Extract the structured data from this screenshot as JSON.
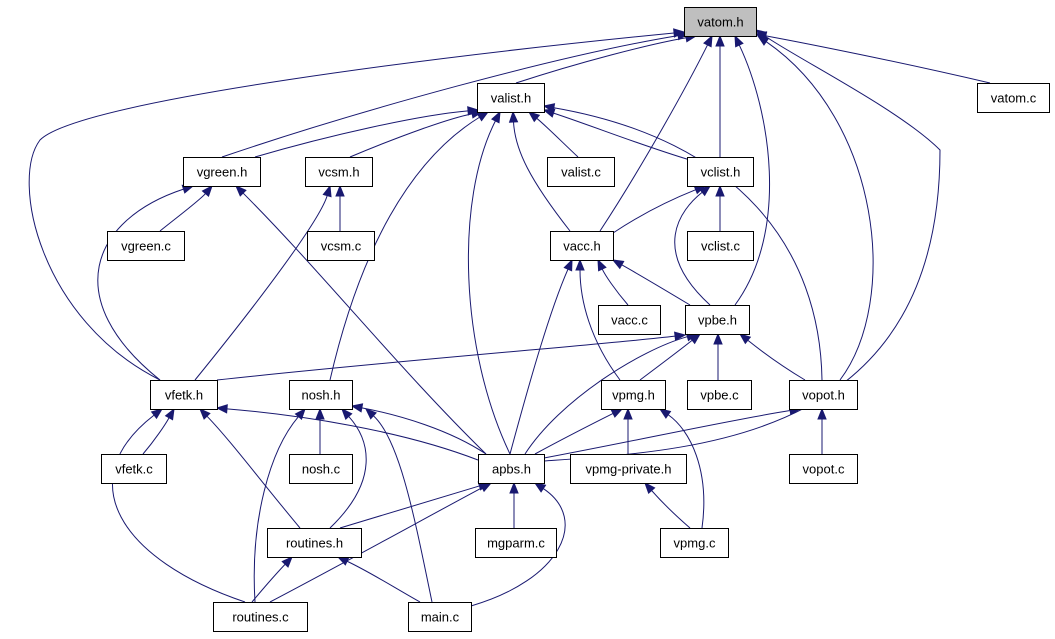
{
  "graph": {
    "title": "",
    "nodes": [
      {
        "id": "vatom_h",
        "label": "vatom.h",
        "highlight": true
      },
      {
        "id": "valist_h",
        "label": "valist.h"
      },
      {
        "id": "vatom_c",
        "label": "vatom.c"
      },
      {
        "id": "vgreen_h",
        "label": "vgreen.h"
      },
      {
        "id": "vcsm_h",
        "label": "vcsm.h"
      },
      {
        "id": "valist_c",
        "label": "valist.c"
      },
      {
        "id": "vclist_h",
        "label": "vclist.h"
      },
      {
        "id": "vgreen_c",
        "label": "vgreen.c"
      },
      {
        "id": "vcsm_c",
        "label": "vcsm.c"
      },
      {
        "id": "vacc_h",
        "label": "vacc.h"
      },
      {
        "id": "vclist_c",
        "label": "vclist.c"
      },
      {
        "id": "vacc_c",
        "label": "vacc.c"
      },
      {
        "id": "vpbe_h",
        "label": "vpbe.h"
      },
      {
        "id": "vfetk_h",
        "label": "vfetk.h"
      },
      {
        "id": "nosh_h",
        "label": "nosh.h"
      },
      {
        "id": "vpmg_h",
        "label": "vpmg.h"
      },
      {
        "id": "vpbe_c",
        "label": "vpbe.c"
      },
      {
        "id": "vopot_h",
        "label": "vopot.h"
      },
      {
        "id": "vfetk_c",
        "label": "vfetk.c"
      },
      {
        "id": "nosh_c",
        "label": "nosh.c"
      },
      {
        "id": "apbs_h",
        "label": "apbs.h"
      },
      {
        "id": "vpmg_private_h",
        "label": "vpmg-private.h"
      },
      {
        "id": "vopot_c",
        "label": "vopot.c"
      },
      {
        "id": "routines_h",
        "label": "routines.h"
      },
      {
        "id": "mgparm_c",
        "label": "mgparm.c"
      },
      {
        "id": "vpmg_c",
        "label": "vpmg.c"
      },
      {
        "id": "routines_c",
        "label": "routines.c"
      },
      {
        "id": "main_c",
        "label": "main.c"
      }
    ],
    "edges": [
      [
        "valist_h",
        "vatom_h"
      ],
      [
        "vatom_c",
        "vatom_h"
      ],
      [
        "vgreen_h",
        "vatom_h"
      ],
      [
        "vacc_h",
        "vatom_h"
      ],
      [
        "vclist_h",
        "vatom_h"
      ],
      [
        "vpbe_h",
        "vatom_h"
      ],
      [
        "vopot_h",
        "vatom_h"
      ],
      [
        "vfetk_h",
        "vatom_h"
      ],
      [
        "apbs_h",
        "vatom_h"
      ],
      [
        "vgreen_h",
        "valist_h"
      ],
      [
        "vcsm_h",
        "valist_h"
      ],
      [
        "valist_c",
        "valist_h"
      ],
      [
        "vclist_h",
        "valist_h"
      ],
      [
        "vacc_h",
        "valist_h"
      ],
      [
        "apbs_h",
        "valist_h"
      ],
      [
        "nosh_h",
        "valist_h"
      ],
      [
        "vopot_h",
        "valist_h"
      ],
      [
        "vgreen_c",
        "vgreen_h"
      ],
      [
        "vfetk_h",
        "vgreen_h"
      ],
      [
        "apbs_h",
        "vgreen_h"
      ],
      [
        "vcsm_c",
        "vcsm_h"
      ],
      [
        "vfetk_h",
        "vcsm_h"
      ],
      [
        "vacc_h",
        "vclist_h"
      ],
      [
        "vclist_c",
        "vclist_h"
      ],
      [
        "vpbe_h",
        "vclist_h"
      ],
      [
        "vacc_c",
        "vacc_h"
      ],
      [
        "vpbe_h",
        "vacc_h"
      ],
      [
        "vpmg_h",
        "vacc_h"
      ],
      [
        "apbs_h",
        "vacc_h"
      ],
      [
        "vfetk_h",
        "vpbe_h"
      ],
      [
        "vpmg_h",
        "vpbe_h"
      ],
      [
        "vpbe_c",
        "vpbe_h"
      ],
      [
        "vopot_h",
        "vpbe_h"
      ],
      [
        "apbs_h",
        "vpbe_h"
      ],
      [
        "vfetk_c",
        "vfetk_h"
      ],
      [
        "apbs_h",
        "vfetk_h"
      ],
      [
        "routines_h",
        "vfetk_h"
      ],
      [
        "routines_c",
        "vfetk_h"
      ],
      [
        "nosh_c",
        "nosh_h"
      ],
      [
        "apbs_h",
        "nosh_h"
      ],
      [
        "routines_h",
        "nosh_h"
      ],
      [
        "routines_c",
        "nosh_h"
      ],
      [
        "main_c",
        "nosh_h"
      ],
      [
        "apbs_h",
        "vpmg_h"
      ],
      [
        "vpmg_private_h",
        "vpmg_h"
      ],
      [
        "vpmg_c",
        "vpmg_h"
      ],
      [
        "apbs_h",
        "vopot_h"
      ],
      [
        "vopot_c",
        "vopot_h"
      ],
      [
        "routines_h",
        "apbs_h"
      ],
      [
        "mgparm_c",
        "apbs_h"
      ],
      [
        "routines_c",
        "apbs_h"
      ],
      [
        "main_c",
        "apbs_h"
      ],
      [
        "vpmg_c",
        "vpmg_private_h"
      ],
      [
        "routines_c",
        "routines_h"
      ],
      [
        "main_c",
        "routines_h"
      ]
    ]
  },
  "colors": {
    "edge": "#191970",
    "node_border": "#000000",
    "node_fill": "#ffffff",
    "highlight_fill": "#bfbfbf"
  }
}
